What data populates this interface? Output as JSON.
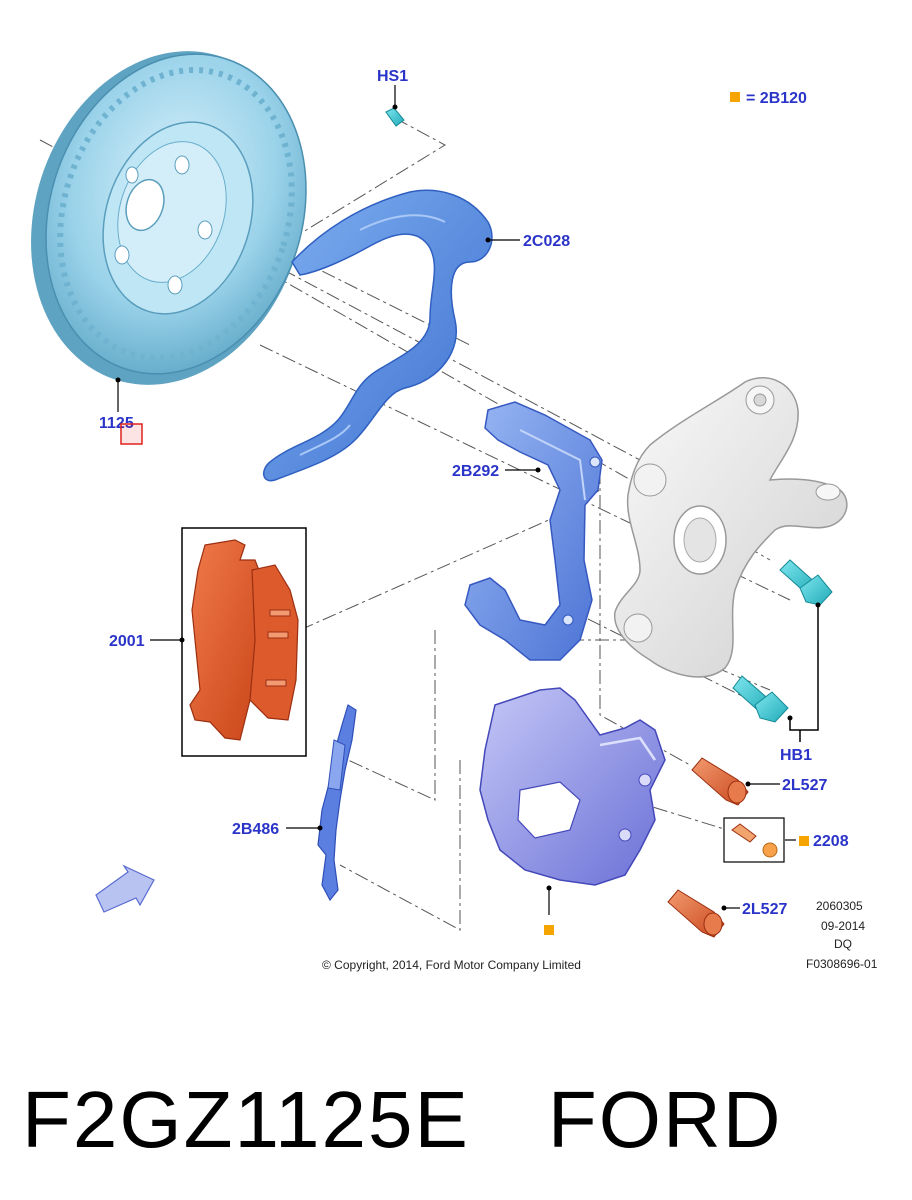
{
  "legend": {
    "marker_color": "#f5a400",
    "text": "= 2B120"
  },
  "callouts": {
    "hs1": "HS1",
    "c2028": "2C028",
    "b292": "2B292",
    "p1125": "1125",
    "p2001": "2001",
    "b486": "2B486",
    "hb1": "HB1",
    "l527_top": "2L527",
    "p2208": "2208",
    "l527_bottom": "2L527"
  },
  "drawing_info": {
    "line1": "2060305",
    "line2": "09-2014",
    "line3": "DQ",
    "line4": "F0308696-01"
  },
  "copyright": "© Copyright, 2014, Ford Motor Company Limited",
  "footer": {
    "part_number": "F2GZ1125E",
    "brand": "FORD"
  },
  "colors": {
    "callout_text": "#2b34c8",
    "rotor": "#8ecfe6",
    "shield": "#5b8fe0",
    "bracket": "#6f95e6",
    "pads": "#e05a2b",
    "caliper": "#8f93e8",
    "knuckle": "#eeeeee",
    "bolts": "#35c9d6",
    "pins": "#e0653a",
    "marker": "#f5a400",
    "highlight": "#e0201c"
  }
}
